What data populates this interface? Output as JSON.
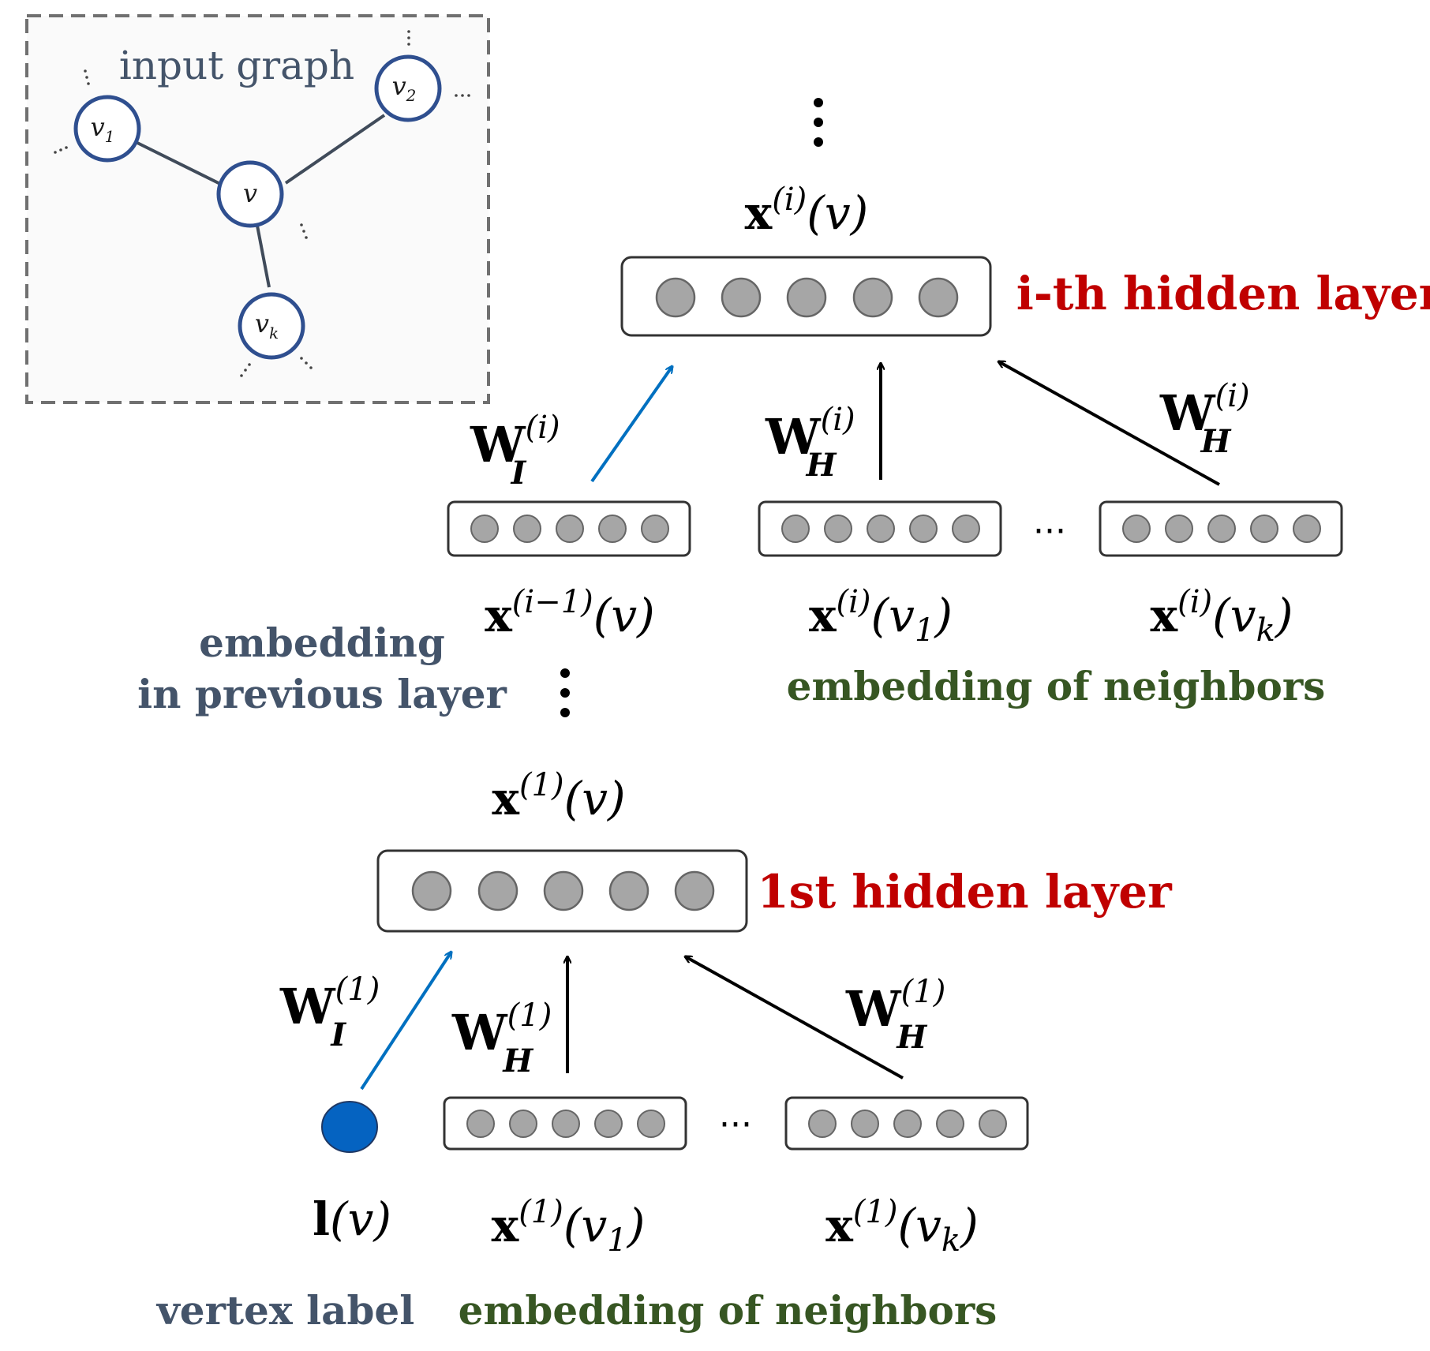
{
  "input_graph": {
    "title": "input graph",
    "nodes": {
      "center": "v",
      "v1_base": "v",
      "v1_sub": "1",
      "v2_base": "v",
      "v2_sub": "2",
      "vk_base": "v",
      "vk_sub": "k"
    }
  },
  "layers": {
    "ith": {
      "label": "i-th hidden layer",
      "output": {
        "base": "x",
        "sup": "(i)",
        "arg": "(v)"
      }
    },
    "first": {
      "label": "1st hidden layer",
      "output": {
        "base": "x",
        "sup": "(1)",
        "arg": "(v)"
      }
    }
  },
  "weights": {
    "wi_i": {
      "base": "W",
      "sub": "I",
      "sup": "(i)"
    },
    "wh_i_center": {
      "base": "W",
      "sub": "H",
      "sup": "(i)"
    },
    "wh_i_right": {
      "base": "W",
      "sub": "H",
      "sup": "(i)"
    },
    "wi_1": {
      "base": "W",
      "sub": "I",
      "sup": "(1)"
    },
    "wh_1_center": {
      "base": "W",
      "sub": "H",
      "sup": "(1)"
    },
    "wh_1_right": {
      "base": "W",
      "sub": "H",
      "sup": "(1)"
    }
  },
  "inputs_i": {
    "prev": {
      "base": "x",
      "sup": "(i−1)",
      "arg": "(v)"
    },
    "n1": {
      "base": "x",
      "sup": "(i)",
      "arg_open": "(v",
      "arg_sub": "1",
      "arg_close": ")"
    },
    "nk": {
      "base": "x",
      "sup": "(i)",
      "arg_open": "(v",
      "arg_sub": "k",
      "arg_close": ")"
    }
  },
  "inputs_1": {
    "label_vec": {
      "base": "l",
      "arg": "(v)"
    },
    "n1": {
      "base": "x",
      "sup": "(1)",
      "arg_open": "(v",
      "arg_sub": "1",
      "arg_close": ")"
    },
    "nk": {
      "base": "x",
      "sup": "(1)",
      "arg_open": "(v",
      "arg_sub": "k",
      "arg_close": ")"
    }
  },
  "captions": {
    "embedding_prev_line1": "embedding",
    "embedding_prev_line2": "in previous layer",
    "embedding_neighbors_i": "embedding of neighbors",
    "vertex_label": "vertex label",
    "embedding_neighbors_1": "embedding of neighbors"
  },
  "ellipsis": {
    "horizontal": "···"
  },
  "colors": {
    "blue_arrow": "#0070c0",
    "node_outline": "#2f4f8f",
    "neuron_fill": "#a6a6a6",
    "label_node": "#0563c1",
    "red": "#c00000",
    "green": "#375623",
    "slate": "#44546a"
  }
}
